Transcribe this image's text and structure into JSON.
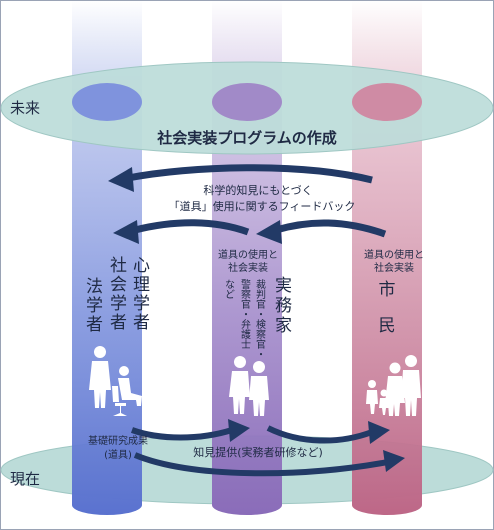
{
  "labels": {
    "future": "未来",
    "present": "現在",
    "program_title": "社会実装プログラムの作成",
    "feedback_line1": "科学的知見にもとづく",
    "feedback_line2": "「道具」使用に関するフィードバック",
    "tool_use_line1": "道具の使用と",
    "tool_use_line2": "社会実装",
    "researchers_col1": "法学者",
    "researchers_col2": "社会学者",
    "researchers_col3": "心理学者",
    "practitioners_title": "実務家",
    "practitioners_sub1": "裁判官・検察官・",
    "practitioners_sub2": "警察官・弁護士",
    "practitioners_sub3": "など",
    "citizens_char1": "市",
    "citizens_char2": "民",
    "basic_research_line1": "基礎研究成果",
    "basic_research_line2": "(道具)",
    "knowledge_provision": "知見提供(実務者研修など)"
  },
  "colors": {
    "ellipse": "#b9dcd8",
    "ellipse_stroke": "#9fc7c3",
    "col_blue": "#6f86d8",
    "col_purple": "#9a7cc2",
    "col_red": "#c97a96",
    "arrow": "#223a66",
    "text": "#1f2a44"
  }
}
